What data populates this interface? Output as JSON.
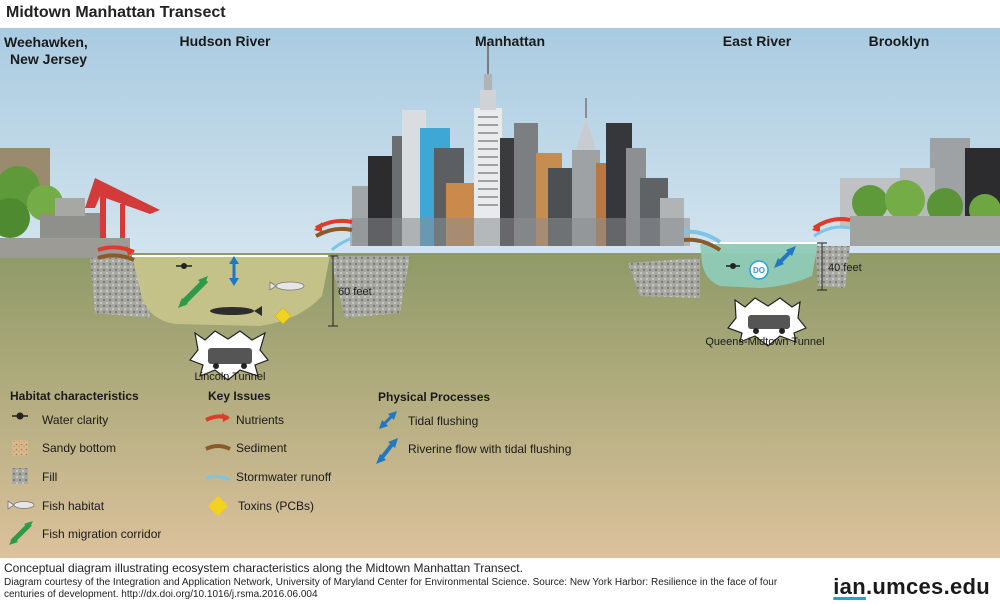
{
  "title": "Midtown Manhattan Transect",
  "locations": {
    "weehawken_line1": "Weehawken,",
    "weehawken_line2": "New Jersey",
    "hudson": "Hudson River",
    "manhattan": "Manhattan",
    "east_river": "East River",
    "brooklyn": "Brooklyn"
  },
  "depths": {
    "hudson": "60 feet",
    "east": "40 feet"
  },
  "tunnels": {
    "lincoln": "Lincoln Tunnel",
    "queens": "Queens-Midtown Tunnel"
  },
  "do_label": "DO",
  "legend": {
    "habitat": {
      "title": "Habitat characteristics",
      "items": [
        "Water clarity",
        "Sandy bottom",
        "Fill",
        "Fish habitat",
        "Fish migration corridor"
      ]
    },
    "issues": {
      "title": "Key Issues",
      "items": [
        "Nutrients",
        "Sediment",
        "Stormwater runoff",
        "Toxins (PCBs)"
      ]
    },
    "physical": {
      "title": "Physical Processes",
      "items": [
        "Tidal flushing",
        "Riverine flow with tidal flushing"
      ]
    }
  },
  "caption": {
    "line1": "Conceptual diagram illustrating ecosystem characteristics along the Midtown Manhattan Transect.",
    "line2": "Diagram courtesy of the Integration and Application Network, University of Maryland Center for Environmental Science. Source: New York Harbor: Resilience in the face of four centuries of development. http://dx.doi.org/10.1016/j.rsma.2016.06.004"
  },
  "logo": {
    "part1": "ian",
    "part2": ".umces.edu"
  },
  "colors": {
    "sky": "#b8d4e6",
    "ground_top": "#8e9a67",
    "ground_bottom": "#d7be97",
    "hudson_water": "#c6c48a",
    "east_water": "#8fcbb7",
    "nutrients": "#e03a2b",
    "sediment": "#8a5a2b",
    "stormwater": "#7cc4e8",
    "toxins": "#f2d21c",
    "tidal": "#1f78c1",
    "migration": "#2c9a48"
  }
}
